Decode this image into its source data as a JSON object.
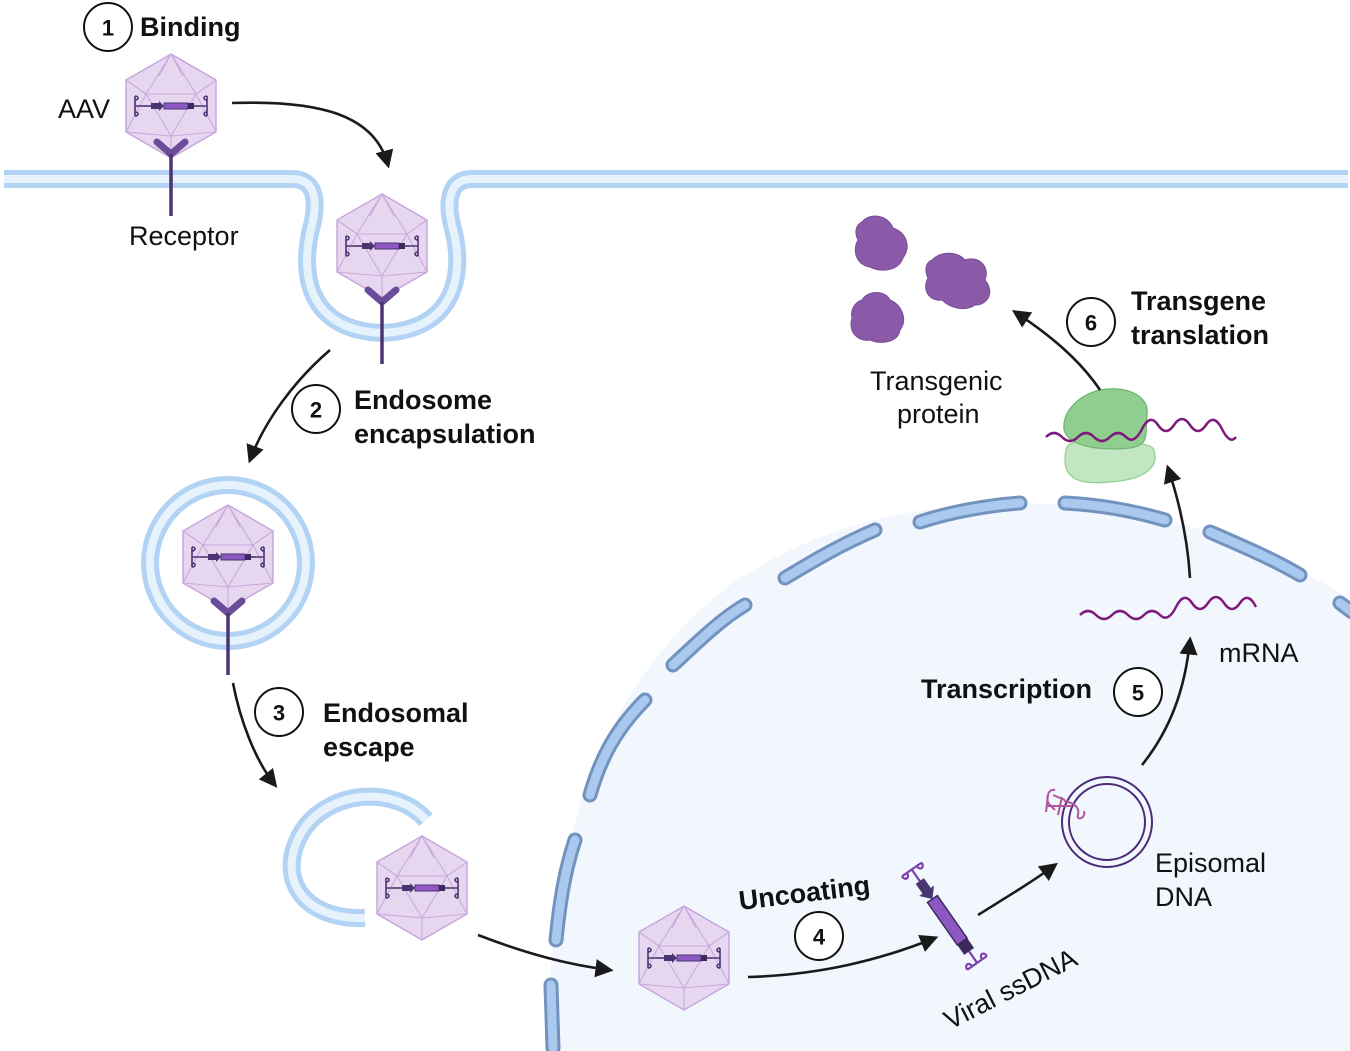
{
  "title": "AAV transduction pathway",
  "labels": {
    "aav": "AAV",
    "receptor": "Receptor",
    "transgenic_protein_line1": "Transgenic",
    "transgenic_protein_line2": "protein",
    "mrna": "mRNA",
    "episomal_line1": "Episomal",
    "episomal_line2": "DNA",
    "viral_ssdna": "Viral ssDNA"
  },
  "steps": [
    {
      "number": "1",
      "title_line1": "Binding",
      "title_line2": ""
    },
    {
      "number": "2",
      "title_line1": "Endosome",
      "title_line2": "encapsulation"
    },
    {
      "number": "3",
      "title_line1": "Endosomal",
      "title_line2": "escape"
    },
    {
      "number": "4",
      "title_line1": "Uncoating",
      "title_line2": ""
    },
    {
      "number": "5",
      "title_line1": "Transcription",
      "title_line2": ""
    },
    {
      "number": "6",
      "title_line1": "Transgene",
      "title_line2": "translation"
    }
  ],
  "colors": {
    "membrane": "#b3d3f4",
    "membrane_inner": "#e6f3fd",
    "nucleus_fill": "#f2f7fd",
    "nuclear_envelope": "#7393bf",
    "capsid": "#e6d6ef",
    "dna": "#8e58c4",
    "receptor": "#4b3472",
    "mrna": "#7e1a7d",
    "ribosome_large": "#8fce8f",
    "ribosome_small": "#c2e5c2",
    "protein": "#8a5aa8"
  }
}
